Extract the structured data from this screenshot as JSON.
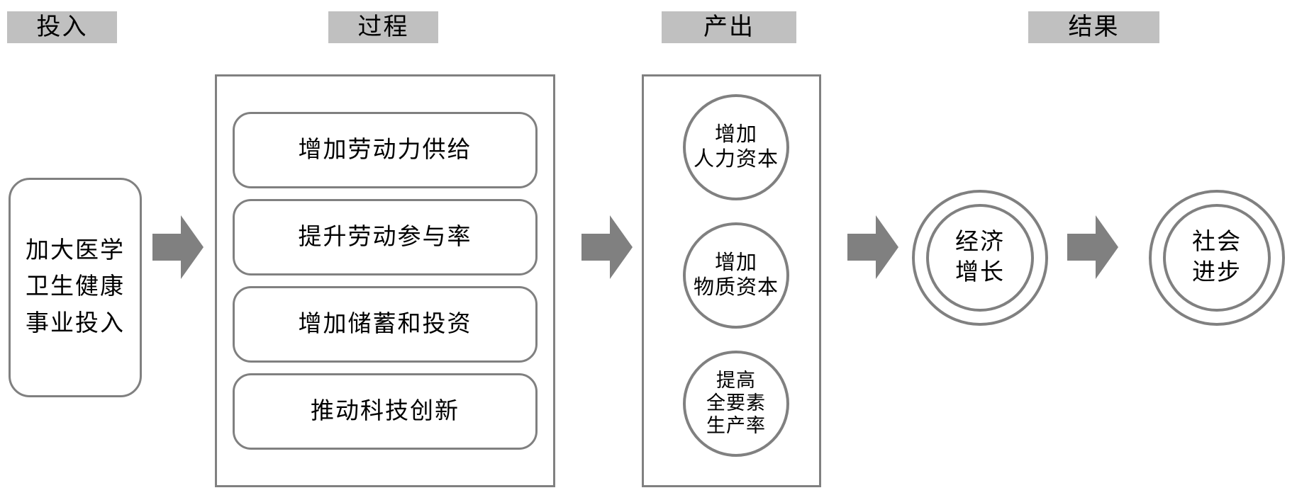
{
  "diagram": {
    "title_sequence": [
      "投入",
      "过程",
      "产出",
      "结果"
    ],
    "colors": {
      "header_bg": "#c0c0c0",
      "outline": "#808080",
      "arrow_fill": "#808080",
      "background": "#ffffff",
      "text": "#000000"
    },
    "columns": [
      {
        "key": "input",
        "header": "投入"
      },
      {
        "key": "process",
        "header": "过程"
      },
      {
        "key": "output",
        "header": "产出"
      },
      {
        "key": "result",
        "header": "结果"
      }
    ],
    "input": {
      "header": "投入",
      "card": {
        "lines": [
          "加大医学",
          "卫生健康",
          "事业投入"
        ],
        "text": "加大医学卫生健康事业投入"
      }
    },
    "process": {
      "header": "过程",
      "items": [
        {
          "label": "增加劳动力供给"
        },
        {
          "label": "提升劳动参与率"
        },
        {
          "label": "增加储蓄和投资"
        },
        {
          "label": "推动科技创新"
        }
      ]
    },
    "output": {
      "header": "产出",
      "items": [
        {
          "lines": [
            "增加",
            "人力资本"
          ],
          "text": "增加人力资本"
        },
        {
          "lines": [
            "增加",
            "物质资本"
          ],
          "text": "增加物质资本"
        },
        {
          "lines": [
            "提高",
            "全要素",
            "生产率"
          ],
          "text": "提高全要素生产率"
        }
      ]
    },
    "result": {
      "header": "结果",
      "items": [
        {
          "lines": [
            "经济",
            "增长"
          ],
          "text": "经济增长"
        },
        {
          "lines": [
            "社会",
            "进步"
          ],
          "text": "社会进步"
        }
      ]
    },
    "arrows": [
      {
        "name": "arrow-input-to-process",
        "direction": "right"
      },
      {
        "name": "arrow-process-to-output",
        "direction": "right"
      },
      {
        "name": "arrow-output-to-growth",
        "direction": "right"
      },
      {
        "name": "arrow-growth-to-progress",
        "direction": "right"
      }
    ]
  }
}
